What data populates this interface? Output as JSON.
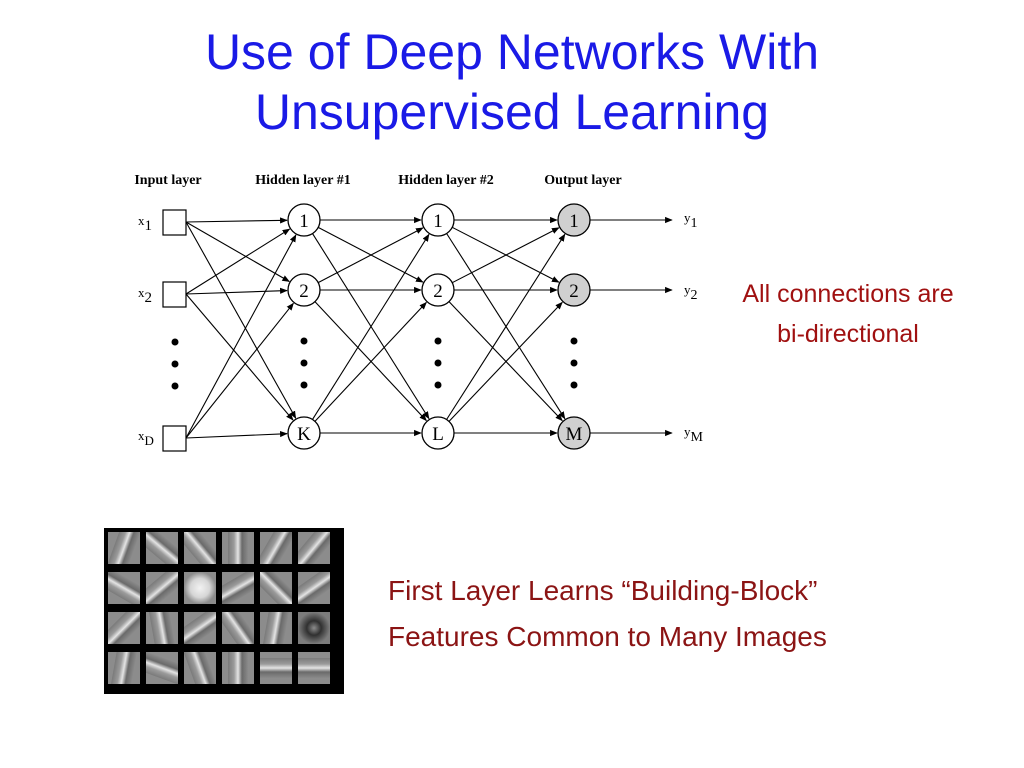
{
  "slide": {
    "title_line1": "Use of Deep Networks With",
    "title_line2": "Unsupervised Learning",
    "note_line1": "All connections are",
    "note_line2": "bi-directional",
    "caption_line1": "First Layer Learns “Building-Block”",
    "caption_line2": "Features Common to Many Images"
  },
  "network": {
    "layer_headers": [
      "Input layer",
      "Hidden layer #1",
      "Hidden layer #2",
      "Output layer"
    ],
    "inputs": [
      {
        "base": "x",
        "sub": "1"
      },
      {
        "base": "x",
        "sub": "2"
      },
      {
        "base": "x",
        "sub": "D"
      }
    ],
    "hidden1": [
      "1",
      "2",
      "K"
    ],
    "hidden2": [
      "1",
      "2",
      "L"
    ],
    "output_nodes": [
      "1",
      "2",
      "M"
    ],
    "outputs": [
      {
        "base": "y",
        "sub": "1"
      },
      {
        "base": "y",
        "sub": "2"
      },
      {
        "base": "y",
        "sub": "M"
      }
    ],
    "colors": {
      "hidden_fill": "#ffffff",
      "output_fill": "#d0d0d0",
      "stroke": "#000000"
    }
  },
  "filter_grid": {
    "rows": 4,
    "cols": 6,
    "patterns": [
      {
        "kind": "bar",
        "angle": 20
      },
      {
        "kind": "bar",
        "angle": -50
      },
      {
        "kind": "bar",
        "angle": -40
      },
      {
        "kind": "bar",
        "angle": 0
      },
      {
        "kind": "bar",
        "angle": 30
      },
      {
        "kind": "bar",
        "angle": 40
      },
      {
        "kind": "bar",
        "angle": -60
      },
      {
        "kind": "bar",
        "angle": 50
      },
      {
        "kind": "blob",
        "tone": "light"
      },
      {
        "kind": "bar",
        "angle": 60
      },
      {
        "kind": "bar",
        "angle": -45
      },
      {
        "kind": "bar",
        "angle": 55
      },
      {
        "kind": "bar",
        "angle": 45
      },
      {
        "kind": "bar",
        "angle": -10
      },
      {
        "kind": "bar",
        "angle": 55
      },
      {
        "kind": "bar",
        "angle": -35
      },
      {
        "kind": "bar",
        "angle": 10
      },
      {
        "kind": "blob",
        "tone": "dark"
      },
      {
        "kind": "bar",
        "angle": 10
      },
      {
        "kind": "bar",
        "angle": -70
      },
      {
        "kind": "bar",
        "angle": -20
      },
      {
        "kind": "bar",
        "angle": 0
      },
      {
        "kind": "bar",
        "angle": 90
      },
      {
        "kind": "bar",
        "angle": 90
      }
    ]
  }
}
